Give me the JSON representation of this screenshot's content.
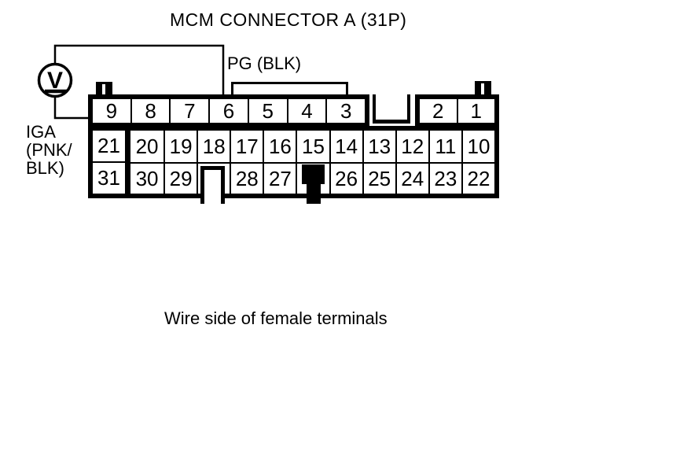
{
  "title": "MCM CONNECTOR A (31P)",
  "caption": "Wire side of female terminals",
  "labels": {
    "pg": "PG (BLK)",
    "iga_line1": "IGA",
    "iga_line2": "(PNK/",
    "iga_line3": "BLK)"
  },
  "meter": {
    "symbol": "V",
    "kind": "voltmeter"
  },
  "wires": {
    "top_wire_target_pin": "6",
    "bottom_wire_target_pin": "9"
  },
  "connector": {
    "row1_left_pins": [
      "9",
      "8",
      "7",
      "6",
      "5",
      "4",
      "3"
    ],
    "row1_right_pins": [
      "2",
      "1"
    ],
    "left_column_pins": [
      "21",
      "31"
    ],
    "grid_row2": [
      "20",
      "19",
      "18",
      "17",
      "16",
      "15",
      "14",
      "13",
      "12",
      "11",
      "10"
    ],
    "grid_row3": [
      "30",
      "29",
      "",
      "28",
      "27",
      "",
      "26",
      "25",
      "24",
      "23",
      "22"
    ]
  },
  "colors": {
    "ink": "#000000",
    "background": "#ffffff"
  }
}
